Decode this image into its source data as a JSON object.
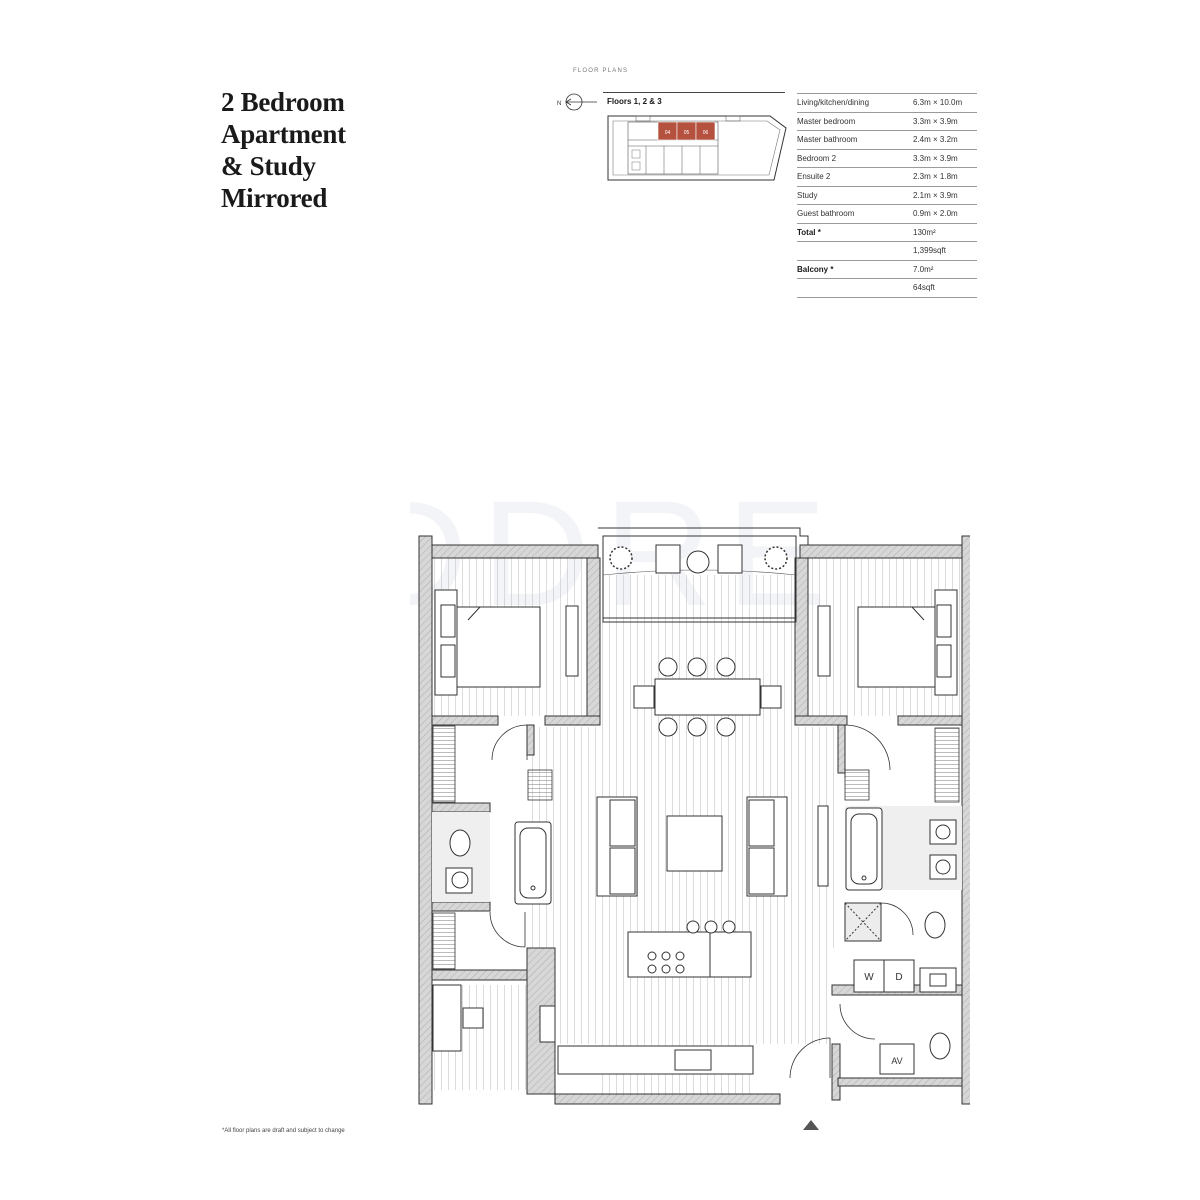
{
  "title": {
    "line1": "2 Bedroom",
    "line2": "Apartment",
    "line3": "& Study",
    "line4": "Mirrored"
  },
  "floor_plans_label": "FLOOR PLANS",
  "compass_label": "N",
  "floors_label": "Floors 1, 2 & 3",
  "keyplan_units": [
    "04",
    "05",
    "06"
  ],
  "highlight_color": "#b5523f",
  "specs": [
    {
      "room": "Living/kitchen/dining",
      "size": "6.3m × 10.0m",
      "bold": false
    },
    {
      "room": "Master bedroom",
      "size": "3.3m × 3.9m",
      "bold": false
    },
    {
      "room": "Master bathroom",
      "size": "2.4m × 3.2m",
      "bold": false
    },
    {
      "room": "Bedroom 2",
      "size": "3.3m × 3.9m",
      "bold": false
    },
    {
      "room": "Ensuite 2",
      "size": "2.3m × 1.8m",
      "bold": false
    },
    {
      "room": "Study",
      "size": "2.1m × 3.9m",
      "bold": false
    },
    {
      "room": "Guest bathroom",
      "size": "0.9m × 2.0m",
      "bold": false
    },
    {
      "room": "Total *",
      "size": "130m²",
      "bold": true
    },
    {
      "room": "",
      "size": "1,399sqft",
      "bold": false
    },
    {
      "room": "Balcony *",
      "size": "7.0m²",
      "bold": true
    },
    {
      "room": "",
      "size": "64sqft",
      "bold": false
    }
  ],
  "plan_labels": {
    "washer": "W",
    "dryer": "D",
    "av": "AV"
  },
  "watermark": "DDRE",
  "footnote": "*All floor plans are draft and subject to change"
}
